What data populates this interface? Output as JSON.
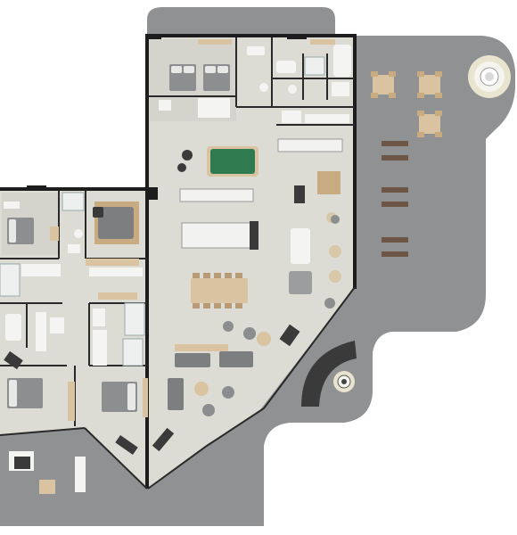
{
  "floor_plan": {
    "colors": {
      "slab": "#8f9193",
      "interior_floor": "#dcdbd4",
      "wall": "#1d1d1d",
      "wood": "#d9c3a0",
      "billiard_felt": "#2f7a4f",
      "upholstery": "#7d7e80"
    },
    "areas": [
      "top-bedroom-suite",
      "left-bedroom-suite",
      "game-area",
      "kitchen",
      "dining-area",
      "lounge",
      "lower-left-bedroom",
      "lower-right-bedroom",
      "east-terrace",
      "south-terrace",
      "hot-tub"
    ]
  }
}
